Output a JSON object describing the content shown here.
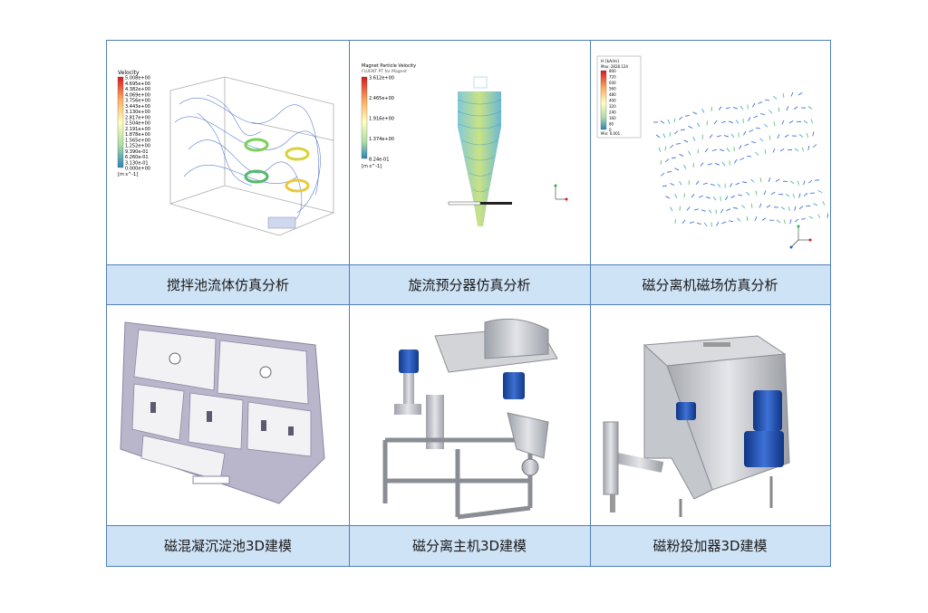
{
  "captions": [
    "搅拌池流体仿真分析",
    "旋流预分器仿真分析",
    "磁分离机磁场仿真分析",
    "磁混凝沉淀池3D建模",
    "磁分离主机3D建模",
    "磁粉投加器3D建模"
  ],
  "sim1": {
    "legend_title": "Velocity",
    "legend_values": [
      "5.008e+00",
      "4.695e+00",
      "4.382e+00",
      "4.069e+00",
      "3.756e+00",
      "3.443e+00",
      "3.130e+00",
      "2.817e+00",
      "2.504e+00",
      "2.191e+00",
      "1.878e+00",
      "1.565e+00",
      "1.252e+00",
      "9.390e-01",
      "6.260e-01",
      "3.130e-01",
      "0.000e+00"
    ],
    "legend_unit": "[m s^-1]"
  },
  "sim2": {
    "legend_title": "Magnet Particle Velocity",
    "legend_subtitle": "FLUENT PT for Magnet",
    "legend_values": [
      "3.612e+00",
      "2.465e+00",
      "1.916e+00",
      "1.374e+00",
      "8.24e-01"
    ],
    "legend_unit": "[m s^-1]"
  },
  "sim3": {
    "legend_title": "H [kA/m]",
    "legend_max": "Max: 2828.124",
    "legend_values": [
      "800",
      "720",
      "640",
      "560",
      "480",
      "400",
      "320",
      "240",
      "160",
      "80",
      "0"
    ],
    "legend_min": "Min: 0.001"
  },
  "colors": {
    "border": "#4f7fb7",
    "caption_bg": "#cfe3f6",
    "motor_blue": "#1f4fa8",
    "steel": "#c9ccd2"
  }
}
